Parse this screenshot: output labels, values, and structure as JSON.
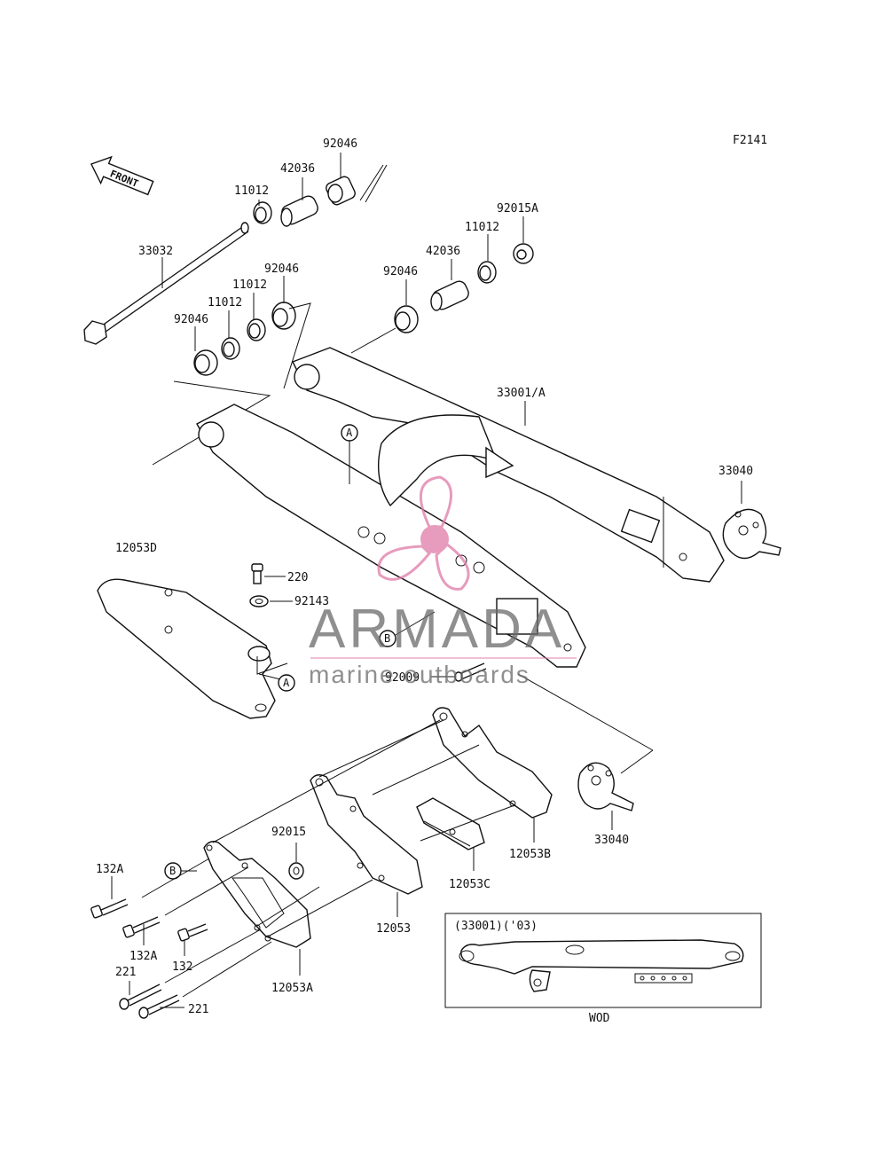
{
  "figure_code": "F2141",
  "front_arrow_label": "FRONT",
  "parts": {
    "p92046_top": "92046",
    "p42036_top": "42036",
    "p11012_top": "11012",
    "p33032": "33032",
    "p92046_l2": "92046",
    "p11012_l2": "11012",
    "p11012_l3": "11012",
    "p92046_l3": "92046",
    "p92015A": "92015A",
    "p11012_r": "11012",
    "p42036_r": "42036",
    "p92046_r": "92046",
    "p33001A": "33001/A",
    "p33040_top": "33040",
    "p12053D": "12053D",
    "p220": "220",
    "p92143": "92143",
    "p92009": "92009",
    "p33040_bot": "33040",
    "p12053B": "12053B",
    "p12053C": "12053C",
    "p12053": "12053",
    "p92015": "92015",
    "p132A_1": "132A",
    "p132A_2": "132A",
    "p132": "132",
    "p221_1": "221",
    "p221_2": "221",
    "p12053A": "12053A"
  },
  "refs": {
    "A1": "A",
    "A2": "A",
    "B1": "B",
    "B2": "B"
  },
  "inset": {
    "title": "(33001)('03)",
    "caption": "WOD"
  },
  "watermark": {
    "brand": "ARMADA",
    "tagline": "marine outboards",
    "color": "#e07aa8"
  }
}
